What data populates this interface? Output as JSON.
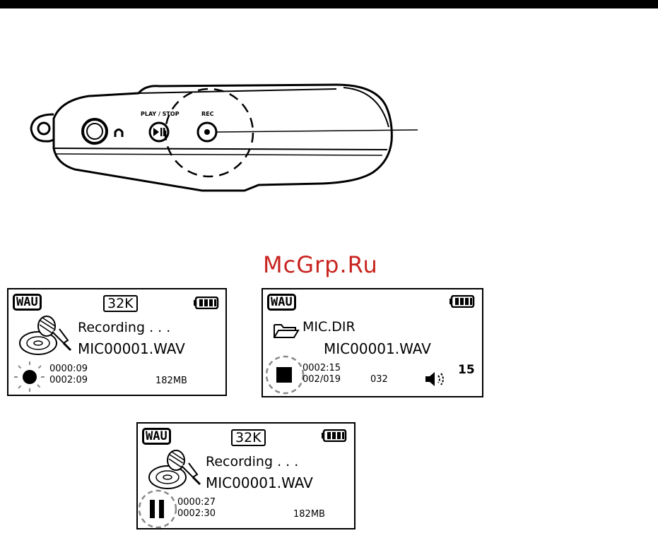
{
  "device": {
    "play_stop_label": "PLAY / STOP",
    "rec_label": "REC"
  },
  "watermark": "McGrp.Ru",
  "screens": {
    "recording": {
      "format": "WAU",
      "bitrate": "32K",
      "status": "Recording . . .",
      "filename": "MIC00001.WAV",
      "elapsed": "0000:09",
      "remaining": "0002:09",
      "free_space": "182MB",
      "state_icon": "record-dot-icon"
    },
    "stopped": {
      "format": "WAU",
      "folder": "MIC.DIR",
      "filename": "MIC00001.WAV",
      "time": "0002:15",
      "track": "002/019",
      "bitrate_code": "032",
      "volume": "15",
      "state_icon": "stop-square-icon"
    },
    "paused": {
      "format": "WAU",
      "bitrate": "32K",
      "status": "Recording . . .",
      "filename": "MIC00001.WAV",
      "elapsed": "0000:27",
      "remaining": "0002:30",
      "free_space": "182MB",
      "state_icon": "pause-icon"
    }
  }
}
